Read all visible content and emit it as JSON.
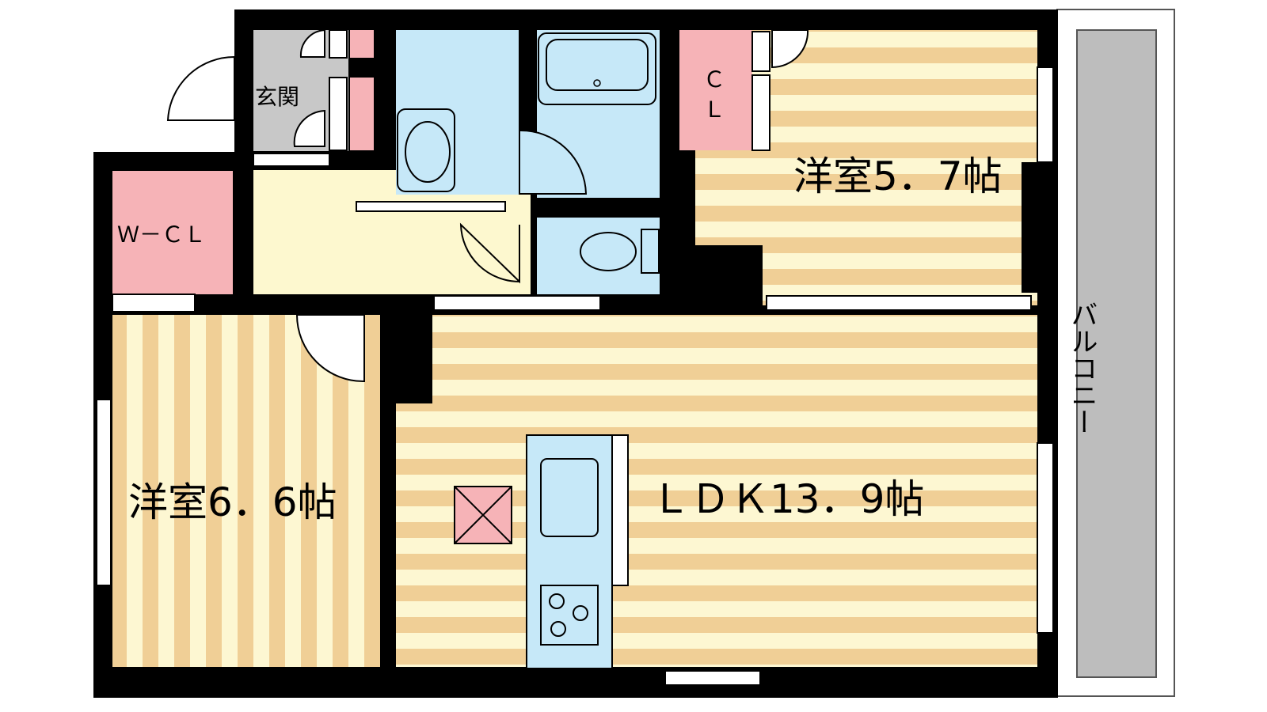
{
  "rooms": {
    "entrance": "玄関",
    "walk_in_closet": "Ｗ－ＣＬ",
    "closet_letter_1": "Ｃ",
    "closet_letter_2": "Ｌ",
    "western_room_upper": "洋室5．7帖",
    "western_room_lower": "洋室6．6帖",
    "ldk": "ＬＤＫ13．9帖",
    "balcony": "バルコニー"
  },
  "colors": {
    "wall": "#000000",
    "floor_stripe_light": "#fdf7d2",
    "floor_stripe_dark": "#f0cf96",
    "wet_area": "#c6e8f8",
    "closet": "#f6b3b7",
    "hall": "#fdf8cf",
    "entrance_floor": "#c8c8c8",
    "balcony_floor": "#bdbdbd"
  }
}
